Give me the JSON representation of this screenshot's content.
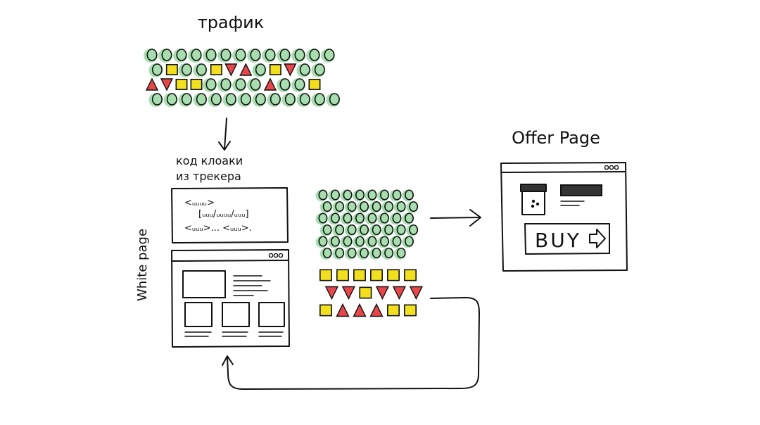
{
  "labels": {
    "traffic_title": "трафик",
    "cloak_code_line1": "код клоаки",
    "cloak_code_line2": "из трекера",
    "white_page": "White page",
    "offer_page": "Offer Page"
  },
  "code_snippet": {
    "line1": "<ᵤᵤᵤᵤ>",
    "line2": "[ᵤᵤᵤ/ᵤᵤᵤᵤ/ᵤᵤᵤ]",
    "line3": "<ᵤᵤᵤ>... <ᵤᵤᵤ>."
  },
  "offer": {
    "buy_label": "BUY"
  },
  "colors": {
    "ink": "#111111",
    "green": "#a8ddb0",
    "yellow": "#f2e01e",
    "red": "#e8474a",
    "dark_box": "#333333"
  },
  "traffic_rows": [
    "ggggggggggggg",
    "gyggyrrgyrgg",
    "rryyggggrggy",
    "ggggggggggggg"
  ],
  "green_rows": [
    "gggggggg",
    "gggggggg",
    "gggggggg",
    "gggggggg",
    "gggggggg",
    "ggggggg"
  ],
  "bad_rows": [
    "yyyyyy",
    "rryrrr",
    "yrrryy"
  ]
}
